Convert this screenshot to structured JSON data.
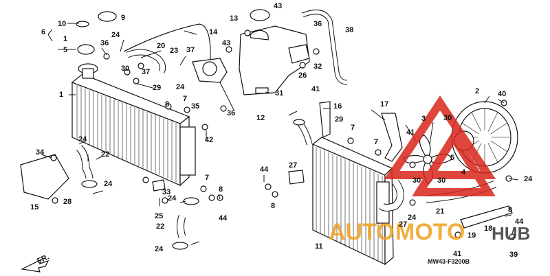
{
  "diagram": {
    "code": "MW43-F3200B",
    "front_label": "FR.",
    "watermark": {
      "word1": "AUTO",
      "word2": "MOTO",
      "word3": "HUB",
      "red": "#d9251c",
      "orange": "#f0a020",
      "dark": "#3a3a3a"
    },
    "labels": [
      {
        "id": "l10",
        "t": "10"
      },
      {
        "id": "l9",
        "t": "9"
      },
      {
        "id": "l6",
        "t": "6"
      },
      {
        "id": "l1a",
        "t": "1"
      },
      {
        "id": "l5",
        "t": "5"
      },
      {
        "id": "l24a",
        "t": "24"
      },
      {
        "id": "l36a",
        "t": "36"
      },
      {
        "id": "l20",
        "t": "20"
      },
      {
        "id": "l23",
        "t": "23"
      },
      {
        "id": "l37a",
        "t": "37"
      },
      {
        "id": "l14",
        "t": "14"
      },
      {
        "id": "l13",
        "t": "13"
      },
      {
        "id": "l43a",
        "t": "43"
      },
      {
        "id": "l36b",
        "t": "36"
      },
      {
        "id": "l38",
        "t": "38"
      },
      {
        "id": "l43b",
        "t": "43"
      },
      {
        "id": "l32",
        "t": "32"
      },
      {
        "id": "l26",
        "t": "26"
      },
      {
        "id": "l37b",
        "t": "37"
      },
      {
        "id": "l30a",
        "t": "30"
      },
      {
        "id": "l24b",
        "t": "24"
      },
      {
        "id": "l29a",
        "t": "29"
      },
      {
        "id": "l1b",
        "t": "1"
      },
      {
        "id": "l31",
        "t": "31"
      },
      {
        "id": "l8a",
        "t": "8"
      },
      {
        "id": "l7a",
        "t": "7"
      },
      {
        "id": "l35",
        "t": "35"
      },
      {
        "id": "l36c",
        "t": "36"
      },
      {
        "id": "l12",
        "t": "12"
      },
      {
        "id": "l41a",
        "t": "41"
      },
      {
        "id": "l16",
        "t": "16"
      },
      {
        "id": "l17",
        "t": "17"
      },
      {
        "id": "l2",
        "t": "2"
      },
      {
        "id": "l40",
        "t": "40"
      },
      {
        "id": "l24c",
        "t": "24"
      },
      {
        "id": "l22a",
        "t": "22"
      },
      {
        "id": "l42",
        "t": "42"
      },
      {
        "id": "l29b",
        "t": "29"
      },
      {
        "id": "l7b",
        "t": "7"
      },
      {
        "id": "l3",
        "t": "3"
      },
      {
        "id": "l30b",
        "t": "30"
      },
      {
        "id": "l41b",
        "t": "41"
      },
      {
        "id": "l34",
        "t": "34"
      },
      {
        "id": "l7c",
        "t": "7"
      },
      {
        "id": "l44a",
        "t": "44"
      },
      {
        "id": "l27a",
        "t": "27"
      },
      {
        "id": "l5b",
        "t": "5"
      },
      {
        "id": "l4",
        "t": "4"
      },
      {
        "id": "l24d",
        "t": "24"
      },
      {
        "id": "l15",
        "t": "15"
      },
      {
        "id": "l28",
        "t": "28"
      },
      {
        "id": "l33",
        "t": "33"
      },
      {
        "id": "l24e",
        "t": "24"
      },
      {
        "id": "l7d",
        "t": "7"
      },
      {
        "id": "l30c",
        "t": "30"
      },
      {
        "id": "l30d",
        "t": "30"
      },
      {
        "id": "l24f",
        "t": "24"
      },
      {
        "id": "l8b",
        "t": "8"
      },
      {
        "id": "l25",
        "t": "25"
      },
      {
        "id": "l8c",
        "t": "8"
      },
      {
        "id": "l44b",
        "t": "44"
      },
      {
        "id": "l21",
        "t": "21"
      },
      {
        "id": "l8d",
        "t": "8"
      },
      {
        "id": "l22b",
        "t": "22"
      },
      {
        "id": "l24g",
        "t": "24"
      },
      {
        "id": "l27b",
        "t": "27"
      },
      {
        "id": "l18",
        "t": "18"
      },
      {
        "id": "l44c",
        "t": "44"
      },
      {
        "id": "l11",
        "t": "11"
      },
      {
        "id": "l19",
        "t": "19"
      },
      {
        "id": "l24h",
        "t": "24"
      },
      {
        "id": "l41c",
        "t": "41"
      },
      {
        "id": "l39",
        "t": "39"
      }
    ]
  }
}
